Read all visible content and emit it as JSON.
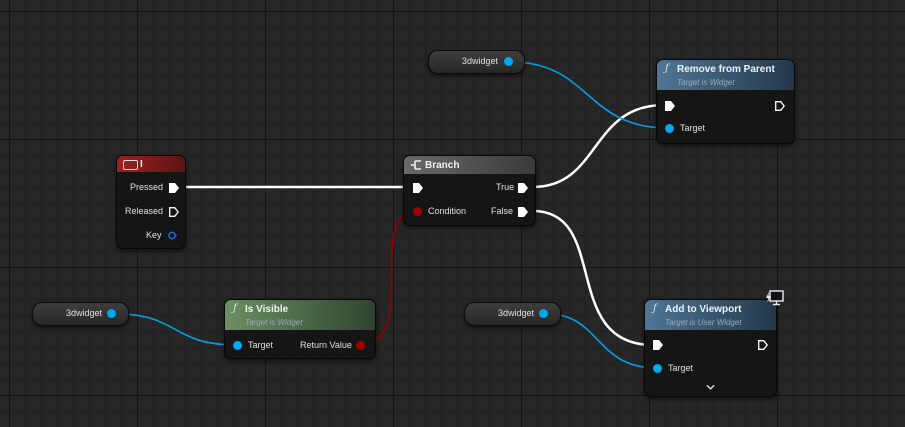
{
  "colors": {
    "object_pin": "#00a8f4",
    "bool_pin": "#a00000",
    "exec_wire": "#ffffff",
    "input_header": "#8c1d1d",
    "branch_header": "#5a5a5a",
    "function_header": "#3e5f7a",
    "pure_function_header": "#4a6e48"
  },
  "variables": [
    {
      "label": "3dwidget"
    },
    {
      "label": "3dwidget"
    },
    {
      "label": "3dwidget"
    }
  ],
  "key_event": {
    "title": "I",
    "icon": "keyboard-icon",
    "pins": {
      "pressed": "Pressed",
      "released": "Released",
      "key": "Key"
    }
  },
  "branch": {
    "title": "Branch",
    "icon": "branch-icon",
    "pins": {
      "condition": "Condition",
      "true": "True",
      "false": "False"
    }
  },
  "is_visible": {
    "title": "Is Visible",
    "subtitle": "Target is Widget",
    "icon": "function-icon",
    "pins": {
      "target": "Target",
      "return_value": "Return Value"
    }
  },
  "remove_from_parent": {
    "title": "Remove from Parent",
    "subtitle": "Target is Widget",
    "icon": "function-icon",
    "pins": {
      "target": "Target"
    }
  },
  "add_to_viewport": {
    "title": "Add to Viewport",
    "subtitle": "Target is User Widget",
    "icon": "function-icon",
    "badge_icon": "monitor-icon",
    "expand_icon": "chevron-down-icon",
    "pins": {
      "target": "Target"
    }
  }
}
